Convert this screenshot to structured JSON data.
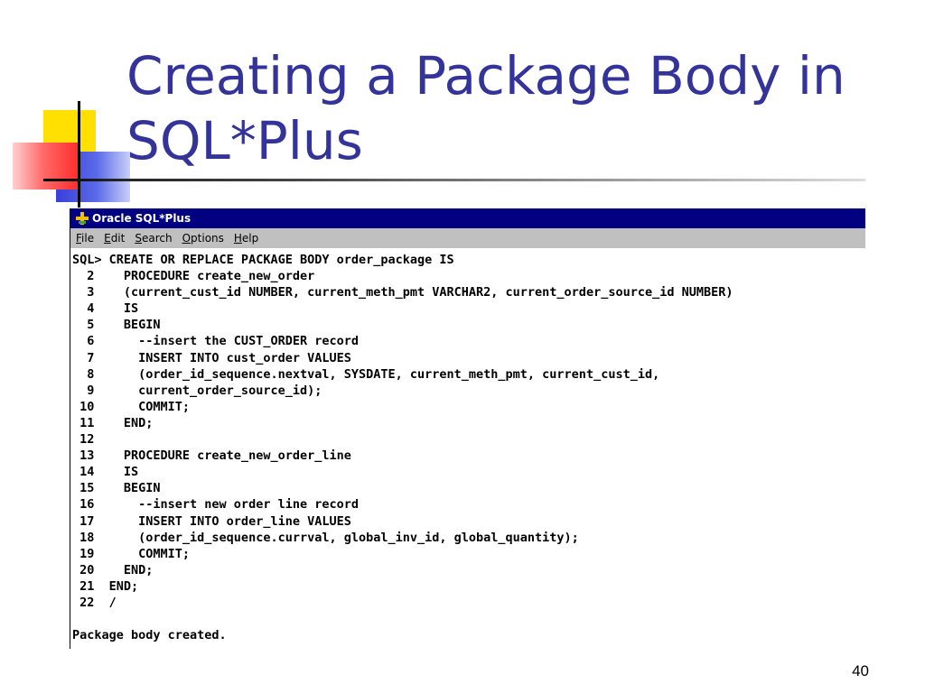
{
  "slide": {
    "title_line1": "Creating a Package Body in",
    "title_line2": "SQL*Plus",
    "page_number": "40"
  },
  "window": {
    "title": "Oracle SQL*Plus",
    "menu": [
      {
        "key": "F",
        "rest": "ile"
      },
      {
        "key": "E",
        "rest": "dit"
      },
      {
        "key": "S",
        "rest": "earch"
      },
      {
        "key": "O",
        "rest": "ptions"
      },
      {
        "key": "H",
        "rest": "elp"
      }
    ],
    "console_lines": [
      "SQL> CREATE OR REPLACE PACKAGE BODY order_package IS",
      "  2    PROCEDURE create_new_order",
      "  3    (current_cust_id NUMBER, current_meth_pmt VARCHAR2, current_order_source_id NUMBER)",
      "  4    IS",
      "  5    BEGIN",
      "  6      --insert the CUST_ORDER record",
      "  7      INSERT INTO cust_order VALUES",
      "  8      (order_id_sequence.nextval, SYSDATE, current_meth_pmt, current_cust_id,",
      "  9      current_order_source_id);",
      " 10      COMMIT;",
      " 11    END;",
      " 12",
      " 13    PROCEDURE create_new_order_line",
      " 14    IS",
      " 15    BEGIN",
      " 16      --insert new order line record",
      " 17      INSERT INTO order_line VALUES",
      " 18      (order_id_sequence.currval, global_inv_id, global_quantity);",
      " 19      COMMIT;",
      " 20    END;",
      " 21  END;",
      " 22  /",
      "",
      "Package body created."
    ]
  }
}
